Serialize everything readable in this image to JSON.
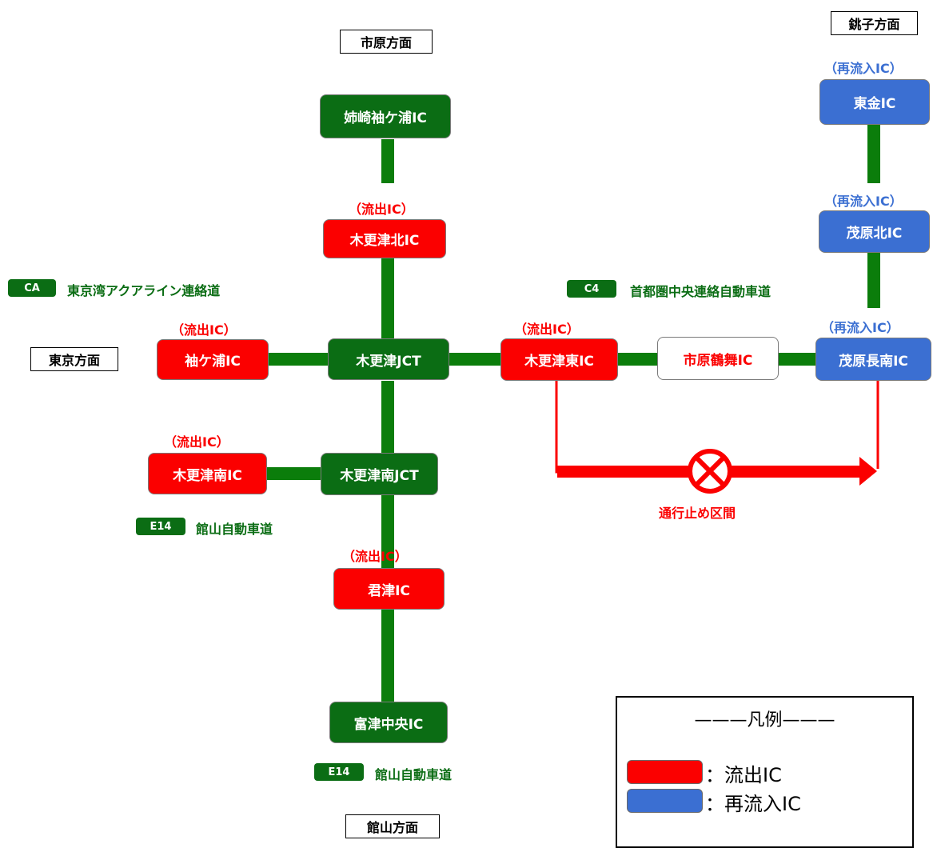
{
  "directions": {
    "ichihara": "市原方面",
    "choshi": "銚子方面",
    "tokyo": "東京方面",
    "tateyama": "館山方面"
  },
  "nodes": {
    "anesaki": "姉崎袖ケ浦IC",
    "kisarazu_kita": "木更津北IC",
    "sodegaura": "袖ケ浦IC",
    "kisarazu_jct": "木更津JCT",
    "kisarazu_higashi": "木更津東IC",
    "ichihara_tsurumai": "市原鶴舞IC",
    "mobara_chonan": "茂原長南IC",
    "mobara_kita": "茂原北IC",
    "togane": "東金IC",
    "kisarazu_minami": "木更津南IC",
    "kisarazu_minami_jct": "木更津南JCT",
    "kimitsu": "君津IC",
    "futtsu_chuo": "富津中央IC"
  },
  "tags": {
    "exit": "（流出IC）",
    "reentry": "（再流入IC）"
  },
  "routes": {
    "ca_code": "CA",
    "ca_name": "東京湾アクアライン連絡道",
    "c4_code": "C4",
    "c4_name": "首都圏中央連絡自動車道",
    "e14_code": "E14",
    "e14_name": "館山自動車道"
  },
  "closure": {
    "label": "通行止め区間"
  },
  "legend": {
    "title": "———凡例———",
    "exit_label": "：流出IC",
    "reentry_label": "：再流入IC"
  },
  "colors": {
    "road": "#0b7d0b",
    "exit_ic": "#fb0000",
    "reentry_ic": "#3b6fd2",
    "ic": "#0b6d14",
    "closure": "#fb0000"
  },
  "icons": {
    "closure": "no-entry-circle-x-icon",
    "arrow": "arrow-right-icon"
  }
}
